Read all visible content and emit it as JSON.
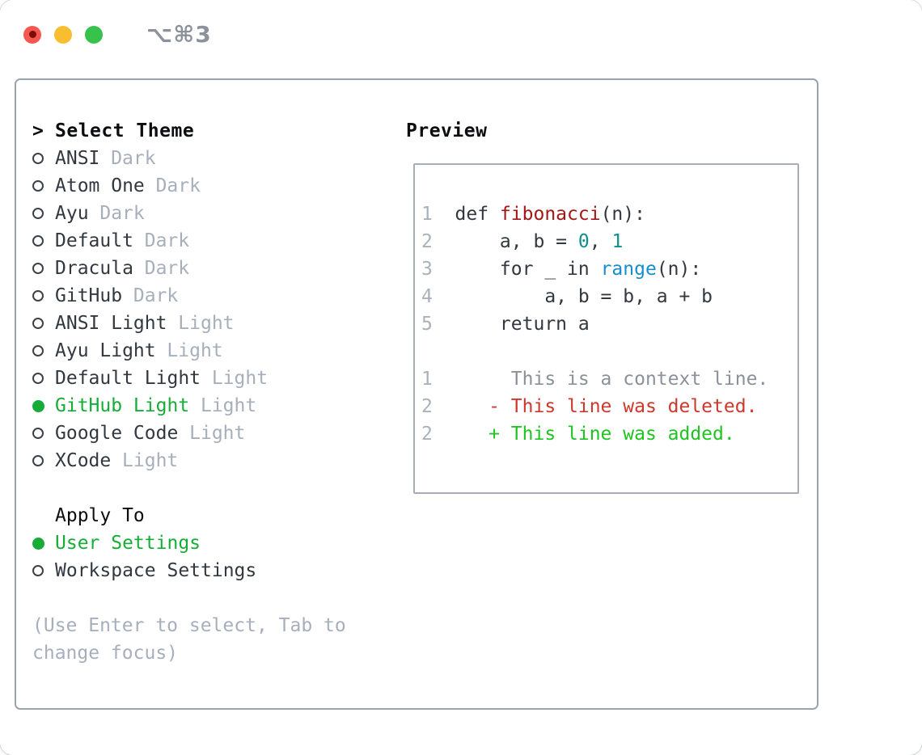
{
  "window": {
    "title": "⌥⌘3"
  },
  "colors": {
    "selection_green": "#16ad37",
    "diff_added_green": "#1ec422",
    "diff_deleted_red": "#cd372c",
    "context_gray": "#8b9198",
    "function_red": "#a31717",
    "number_teal": "#0e8f8e",
    "builtin_blue": "#1590cc",
    "muted_gray": "#a6afbb",
    "text_dark": "#32383f",
    "heading_black": "#0b0d10",
    "lineno_gray": "#a9b1ba",
    "panel_border": "#9aa3b0",
    "preview_border": "#a6adb6",
    "traffic_red": "#f6574e",
    "traffic_red_dot": "#7a0f08",
    "traffic_yellow": "#f9bd30",
    "traffic_green": "#36c24b",
    "title_gray": "#8b929b"
  },
  "theme_list": {
    "prompt": ">",
    "header": "Select Theme",
    "items": [
      {
        "name": "ANSI",
        "variant": "Dark",
        "selected": false
      },
      {
        "name": "Atom One",
        "variant": "Dark",
        "selected": false
      },
      {
        "name": "Ayu",
        "variant": "Dark",
        "selected": false
      },
      {
        "name": "Default",
        "variant": "Dark",
        "selected": false
      },
      {
        "name": "Dracula",
        "variant": "Dark",
        "selected": false
      },
      {
        "name": "GitHub",
        "variant": "Dark",
        "selected": false
      },
      {
        "name": "ANSI Light",
        "variant": "Light",
        "selected": false
      },
      {
        "name": "Ayu Light",
        "variant": "Light",
        "selected": false
      },
      {
        "name": "Default Light",
        "variant": "Light",
        "selected": false
      },
      {
        "name": "GitHub Light",
        "variant": "Light",
        "selected": true
      },
      {
        "name": "Google Code",
        "variant": "Light",
        "selected": false
      },
      {
        "name": "XCode",
        "variant": "Light",
        "selected": false
      }
    ]
  },
  "apply_to": {
    "header": "Apply To",
    "options": [
      {
        "label": "User Settings",
        "selected": true
      },
      {
        "label": "Workspace Settings",
        "selected": false
      }
    ]
  },
  "hint": {
    "line1": "(Use Enter to select, Tab to",
    "line2": "change focus)"
  },
  "preview": {
    "header": "Preview",
    "lines": [
      {
        "segments": [
          {
            "text": "1  ",
            "style": "lineno"
          },
          {
            "text": "def ",
            "style": "code"
          },
          {
            "text": "fibonacci",
            "style": "func"
          },
          {
            "text": "(n):",
            "style": "code"
          }
        ]
      },
      {
        "segments": [
          {
            "text": "2  ",
            "style": "lineno"
          },
          {
            "text": "    a, b = ",
            "style": "code"
          },
          {
            "text": "0",
            "style": "num"
          },
          {
            "text": ", ",
            "style": "code"
          },
          {
            "text": "1",
            "style": "num"
          }
        ]
      },
      {
        "segments": [
          {
            "text": "3  ",
            "style": "lineno"
          },
          {
            "text": "    for _ in ",
            "style": "code"
          },
          {
            "text": "range",
            "style": "builtin"
          },
          {
            "text": "(n):",
            "style": "code"
          }
        ]
      },
      {
        "segments": [
          {
            "text": "4  ",
            "style": "lineno"
          },
          {
            "text": "        a, b = b, a + b",
            "style": "code"
          }
        ]
      },
      {
        "segments": [
          {
            "text": "5  ",
            "style": "lineno"
          },
          {
            "text": "    return a",
            "style": "code"
          }
        ]
      },
      {
        "segments": []
      },
      {
        "segments": [
          {
            "text": "1  ",
            "style": "lineno"
          },
          {
            "text": "     This is a context line.",
            "style": "context"
          }
        ]
      },
      {
        "segments": [
          {
            "text": "2  ",
            "style": "lineno"
          },
          {
            "text": "   - This line was deleted.",
            "style": "deleted"
          }
        ]
      },
      {
        "segments": [
          {
            "text": "2  ",
            "style": "lineno"
          },
          {
            "text": "   + This line was added.",
            "style": "added"
          }
        ]
      }
    ]
  }
}
